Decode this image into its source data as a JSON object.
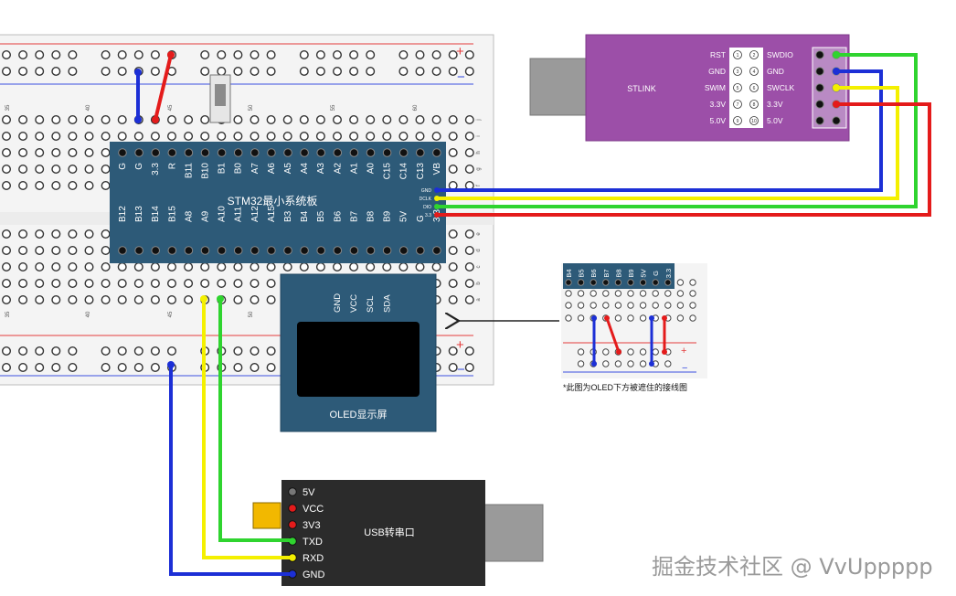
{
  "breadboard": {
    "rail_plus": "+",
    "rail_minus": "−",
    "col_numbers_top": [
      "35",
      "40",
      "45",
      "50",
      "55",
      "60"
    ],
    "col_numbers_bottom": [
      "35",
      "40",
      "45",
      "50"
    ],
    "row_letters_top": [
      "j",
      "i",
      "h",
      "g",
      "f"
    ],
    "row_letters_bottom": [
      "e",
      "d",
      "c",
      "b",
      "a"
    ]
  },
  "stm32": {
    "title": "STM32最小系统板",
    "top_pins": [
      "G",
      "G",
      "3.3",
      "R",
      "B11",
      "B10",
      "B1",
      "B0",
      "A7",
      "A6",
      "A5",
      "A4",
      "A3",
      "A2",
      "A1",
      "A0",
      "C15",
      "C14",
      "C13",
      "VB"
    ],
    "bottom_pins": [
      "B12",
      "B13",
      "B14",
      "B15",
      "A8",
      "A9",
      "A10",
      "A11",
      "A12",
      "A15",
      "B3",
      "B4",
      "B5",
      "B6",
      "B7",
      "B8",
      "B9",
      "5V",
      "G",
      "3.3"
    ],
    "swd_pins": [
      "GND",
      "DCLK",
      "DIO",
      "3.3"
    ]
  },
  "stlink": {
    "label": "STLINK",
    "left_pins": [
      "RST",
      "GND",
      "SWIM",
      "3.3V",
      "5.0V"
    ],
    "right_pins": [
      "SWDIO",
      "GND",
      "SWCLK",
      "3.3V",
      "5.0V"
    ],
    "pin_numbers": [
      "1",
      "2",
      "3",
      "4",
      "5",
      "6",
      "7",
      "8",
      "9",
      "10"
    ]
  },
  "oled": {
    "label": "OLED显示屏",
    "pins": [
      "GND",
      "VCC",
      "SCL",
      "SDA"
    ]
  },
  "usb_serial": {
    "label": "USB转串口",
    "pins": [
      "5V",
      "VCC",
      "3V3",
      "TXD",
      "RXD",
      "GND"
    ]
  },
  "inset": {
    "pins": [
      "B4",
      "B5",
      "B6",
      "B7",
      "B8",
      "B9",
      "5V",
      "G",
      "3.3"
    ],
    "caption": "*此图为OLED下方被遮住的接线图"
  },
  "watermark": "掘金技术社区 @ VvUppppp",
  "colors": {
    "board_blue": "#2d5a78",
    "stlink_purple": "#9c4fa8",
    "usb_dark": "#2b2b2b",
    "wire_red": "#e41b1b",
    "wire_blue": "#1c2fd6",
    "wire_green": "#2fd42f",
    "wire_yellow": "#f4f000",
    "jumper_yellow": "#f2b800"
  }
}
